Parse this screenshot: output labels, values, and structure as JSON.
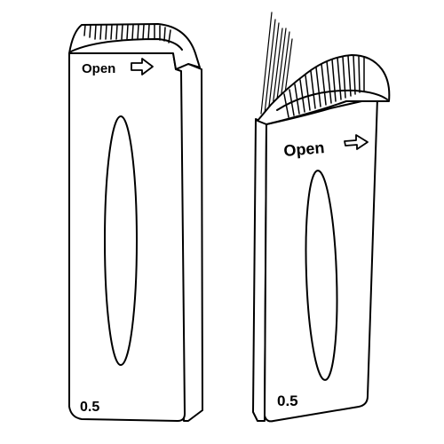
{
  "cartridges": [
    {
      "open_label": "Open",
      "size_label": "0.5",
      "state": "closed",
      "arrow_icon": "right-arrow-icon"
    },
    {
      "open_label": "Open",
      "size_label": "0.5",
      "state": "opened with needles exposed",
      "arrow_icon": "right-arrow-icon"
    }
  ]
}
